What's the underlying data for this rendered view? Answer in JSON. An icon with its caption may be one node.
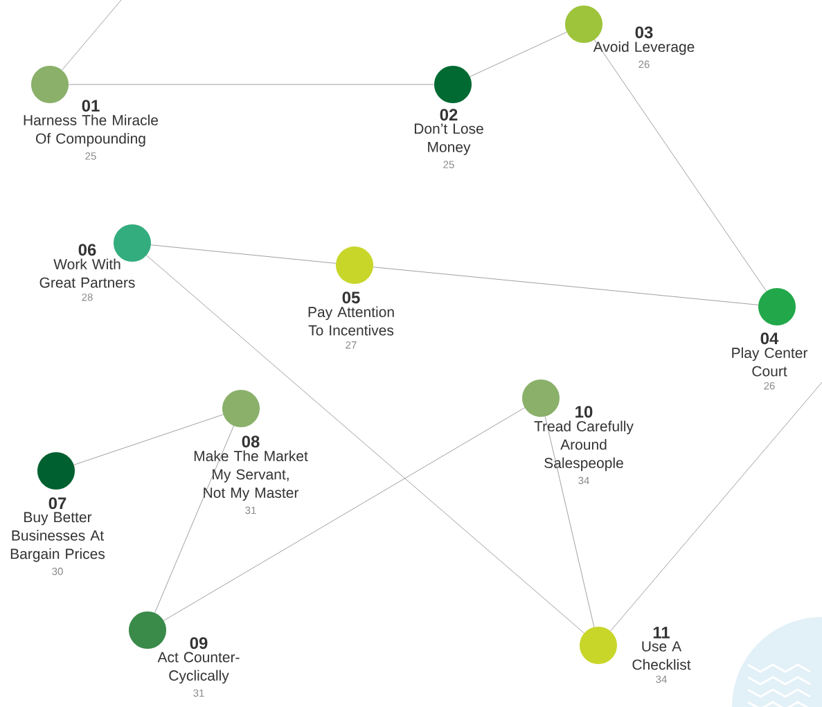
{
  "diagram": {
    "nodes": [
      {
        "text": [
          "01",
          "Harness The Miracle Of Compounding",
          "25"
        ]
      },
      {
        "text": [
          "02",
          "Don’t Lose Money",
          "25"
        ]
      },
      {
        "text": [
          "03",
          "Avoid Leverage",
          "26"
        ]
      },
      {
        "text": [
          "04",
          "Play Center Court",
          "26"
        ]
      },
      {
        "text": [
          "05",
          "Pay Attention To Incentives",
          "27"
        ]
      },
      {
        "text": [
          "06",
          "Work With Great Partners",
          "28"
        ]
      },
      {
        "text": [
          "07",
          "Buy Better Businesses At Bargain Prices",
          "30"
        ]
      },
      {
        "text": [
          "08",
          "Make The Market My Servant, Not My Master",
          "31"
        ]
      },
      {
        "text": [
          "09",
          "Act Counter-Cyclically",
          "31"
        ]
      },
      {
        "text": [
          "10",
          "Tread Carefully Around Salespeople",
          "34"
        ]
      },
      {
        "text": [
          "11",
          "Use A Checklist",
          "34"
        ]
      }
    ],
    "edges": [
      {
        "from": null,
        "to": 0,
        "arrow": "none"
      },
      {
        "from": 0,
        "to": 1,
        "arrow": "none"
      },
      {
        "from": 1,
        "to": 2,
        "arrow": "none"
      },
      {
        "from": 2,
        "to": 3,
        "arrow": "none"
      },
      {
        "from": 3,
        "to": 4,
        "arrow": "none"
      },
      {
        "from": 4,
        "to": 5,
        "arrow": "none"
      },
      {
        "from": 5,
        "to": 10,
        "arrow": "none"
      },
      {
        "from": 6,
        "to": 7,
        "arrow": "none"
      },
      {
        "from": 7,
        "to": 8,
        "arrow": "none"
      },
      {
        "from": 8,
        "to": 9,
        "arrow": "none"
      },
      {
        "from": 9,
        "to": 10,
        "arrow": "none"
      },
      {
        "from": 10,
        "to": null,
        "arrow": "none"
      }
    ]
  }
}
